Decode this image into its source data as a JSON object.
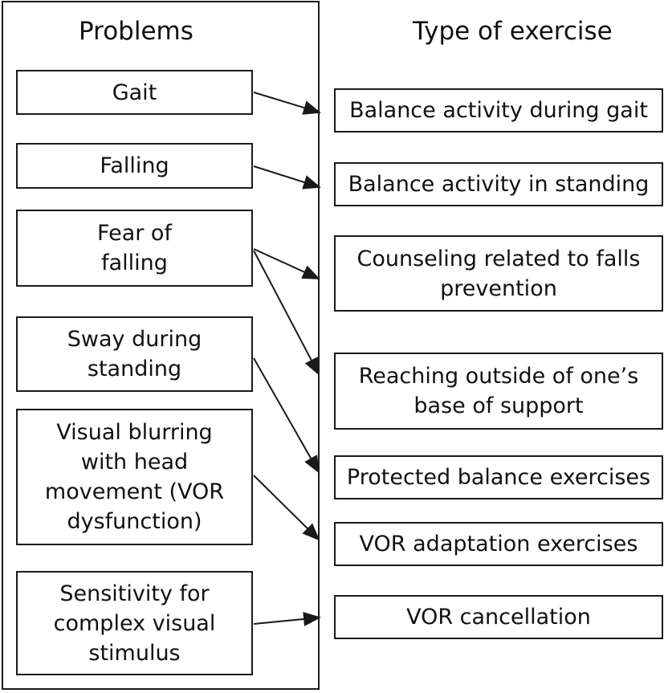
{
  "headings": {
    "problems": "Problems",
    "exercise": "Type of exercise"
  },
  "problems": [
    "Gait",
    "Falling",
    "Fear of\nfalling",
    "Sway during\nstanding",
    "Visual blurring\nwith head\nmovement (VOR\ndysfunction)",
    "Sensitivity for\ncomplex visual\nstimulus"
  ],
  "exercises": [
    "Balance activity during gait",
    "Balance activity in standing",
    "Counseling related to falls\nprevention",
    "Reaching outside of one’s\nbase of support",
    "Protected balance exercises",
    "VOR adaptation exercises",
    "VOR cancellation"
  ],
  "links": [
    {
      "from": "Gait",
      "to": "Balance activity during gait"
    },
    {
      "from": "Falling",
      "to": "Balance activity in standing"
    },
    {
      "from": "Fear of\nfalling",
      "to": "Counseling related to falls\nprevention"
    },
    {
      "from": "Fear of\nfalling",
      "to": "Reaching outside of one’s\nbase of support"
    },
    {
      "from": "Sway during\nstanding",
      "to": "Protected balance exercises"
    },
    {
      "from": "Visual blurring\nwith head\nmovement (VOR\ndysfunction)",
      "to": "VOR adaptation exercises"
    },
    {
      "from": "Sensitivity for\ncomplex visual\nstimulus",
      "to": "VOR cancellation"
    }
  ],
  "colors": {
    "stroke": "#1a1a1a",
    "background": "#ffffff"
  }
}
